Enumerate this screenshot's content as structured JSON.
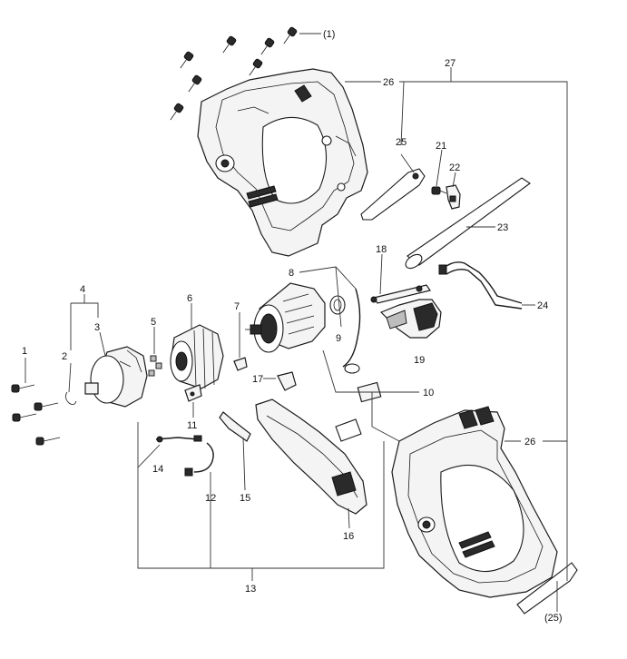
{
  "labels": {
    "l1_ref": "(1)",
    "l27": "27",
    "l26_top": "26",
    "l25": "25",
    "l21": "21",
    "l22": "22",
    "l23": "23",
    "l18": "18",
    "l24": "24",
    "l8": "8",
    "l4": "4",
    "l6": "6",
    "l7": "7",
    "l3": "3",
    "l5": "5",
    "l9": "9",
    "l19": "19",
    "l1": "1",
    "l2": "2",
    "l17": "17",
    "l10": "10",
    "l11": "11",
    "l26_bot": "26",
    "l14": "14",
    "l12": "12",
    "l15": "15",
    "l16": "16",
    "l13": "13",
    "l25_ref": "(25)"
  }
}
